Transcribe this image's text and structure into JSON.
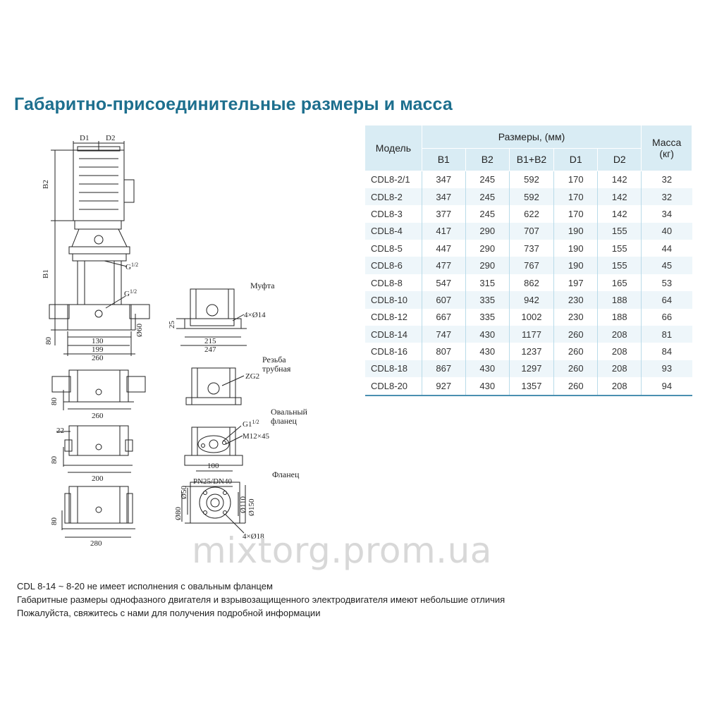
{
  "title": "Габаритно-присоединительные размеры и масса",
  "table": {
    "model_header": "Модель",
    "sizes_header": "Размеры, (мм)",
    "mass_header": "Масса (кг)",
    "columns": [
      "B1",
      "B2",
      "B1+B2",
      "D1",
      "D2"
    ],
    "rows": [
      [
        "CDL8-2/1",
        "347",
        "245",
        "592",
        "170",
        "142",
        "32"
      ],
      [
        "CDL8-2",
        "347",
        "245",
        "592",
        "170",
        "142",
        "32"
      ],
      [
        "CDL8-3",
        "377",
        "245",
        "622",
        "170",
        "142",
        "34"
      ],
      [
        "CDL8-4",
        "417",
        "290",
        "707",
        "190",
        "155",
        "40"
      ],
      [
        "CDL8-5",
        "447",
        "290",
        "737",
        "190",
        "155",
        "44"
      ],
      [
        "CDL8-6",
        "477",
        "290",
        "767",
        "190",
        "155",
        "45"
      ],
      [
        "CDL8-8",
        "547",
        "315",
        "862",
        "197",
        "165",
        "53"
      ],
      [
        "CDL8-10",
        "607",
        "335",
        "942",
        "230",
        "188",
        "64"
      ],
      [
        "CDL8-12",
        "667",
        "335",
        "1002",
        "230",
        "188",
        "66"
      ],
      [
        "CDL8-14",
        "747",
        "430",
        "1177",
        "260",
        "208",
        "81"
      ],
      [
        "CDL8-16",
        "807",
        "430",
        "1237",
        "260",
        "208",
        "84"
      ],
      [
        "CDL8-18",
        "867",
        "430",
        "1297",
        "260",
        "208",
        "93"
      ],
      [
        "CDL8-20",
        "927",
        "430",
        "1357",
        "260",
        "208",
        "94"
      ]
    ]
  },
  "drawing": {
    "d1": "D1",
    "d2": "D2",
    "b2": "B2",
    "b1": "B1",
    "g_half_1": "G",
    "g_half_2": "G",
    "half": "1/2",
    "dim_80_a": "80",
    "dim_130": "130",
    "dim_199": "199",
    "dim_260_a": "260",
    "dim_60": "Ø60",
    "dim_80_b": "80",
    "dim_260_b": "260",
    "dim_22": "22",
    "dim_80_c": "80",
    "dim_200": "200",
    "dim_80_d": "80",
    "dim_280": "280",
    "coupling_label": "Муфта",
    "dim_25": "25",
    "dim_4x14": "4×Ø14",
    "dim_215": "215",
    "dim_247": "247",
    "thread_label_1": "Резьба",
    "thread_label_2": "трубная",
    "zg2": "ZG2",
    "oval_label_1": "Овальный",
    "oval_label_2": "фланец",
    "g1_half": "G1",
    "m12": "M12×45",
    "dim_100": "100",
    "flange_label": "Фланец",
    "pn": "PN25/DN40",
    "dim_50": "Ø50",
    "dim_80_e": "Ø80",
    "dim_110": "Ø110",
    "dim_150": "Ø150",
    "dim_4x18": "4×Ø18"
  },
  "watermark": "mixtorg.prom.ua",
  "notes": [
    "CDL 8-14 ~ 8-20 не имеет исполнения с овальным фланцем",
    "Габаритные размеры однофазного двигателя и взрывозащищенного электродвигателя имеют небольшие отличия",
    "Пожалуйста, свяжитесь с нами для получения подробной информации"
  ]
}
